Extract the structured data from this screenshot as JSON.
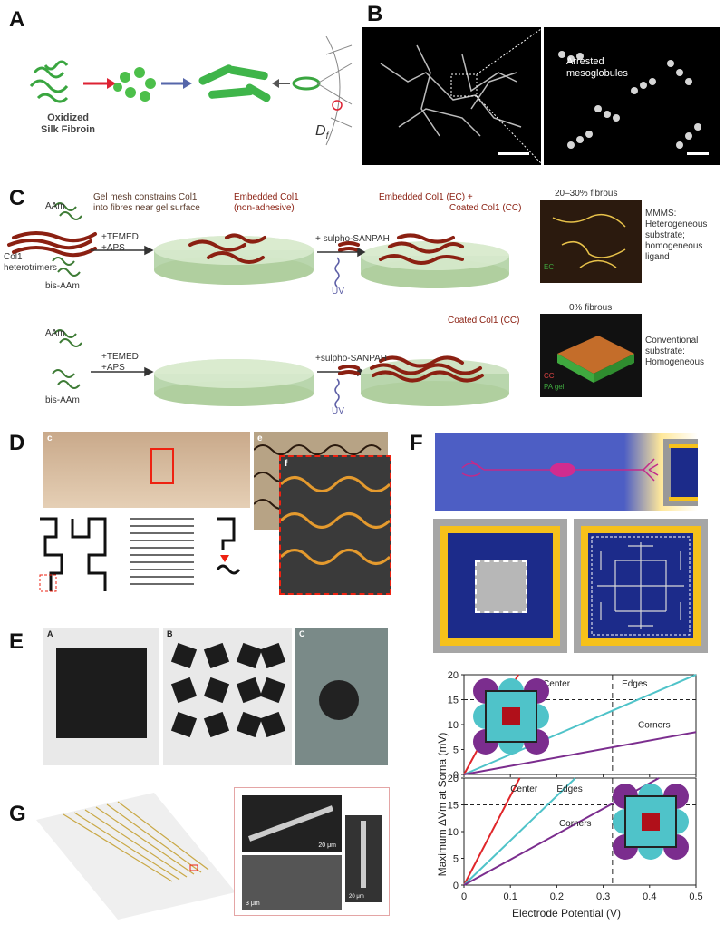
{
  "panels": {
    "A": {
      "letter": "A",
      "caption_line1": "Oxidized",
      "caption_line2": "Silk Fibroin",
      "df_label": "D",
      "df_sub": "f"
    },
    "B": {
      "letter": "B",
      "annotation_line1": "Arrested",
      "annotation_line2": "mesoglobules"
    },
    "C": {
      "letter": "C",
      "col1_label": "Col1",
      "heterotrimers": "heterotrimers",
      "aam": "AAm",
      "bis_aam": "bis-AAm",
      "temed": "+TEMED",
      "aps": "+APS",
      "gel_mesh_line1": "Gel mesh constrains Col1",
      "gel_mesh_line2": "into fibres near gel surface",
      "embedded_line1": "Embedded Col1",
      "embedded_line2": "(non-adhesive)",
      "sulpho1": "+ sulpho-SANPAH",
      "sulpho2": "+sulpho-SANPAH",
      "uv": "UV",
      "ec_cc_line1": "Embedded Col1 (EC) +",
      "ec_cc_line2": "Coated Col1 (CC)",
      "coated": "Coated Col1 (CC)",
      "fibrous_top": "20–30% fibrous",
      "fibrous_bottom": "0% fibrous",
      "mmms_line1": "MMMS:",
      "mmms_line2": "Heterogeneous",
      "mmms_line3": "substrate;",
      "mmms_line4": "homogeneous",
      "mmms_line5": "ligand",
      "conv_line1": "Conventional",
      "conv_line2": "substrate:",
      "conv_line3": "Homogeneous",
      "ec": "EC",
      "cc": "CC",
      "pa_gel": "PA gel"
    },
    "D": {
      "letter": "D",
      "sub_c": "c",
      "sub_e": "e",
      "sub_f": "f"
    },
    "E": {
      "letter": "E",
      "sub_a": "A",
      "sub_b": "B",
      "sub_c": "C"
    },
    "F": {
      "letter": "F",
      "chart_top_labels": {
        "center": "Center",
        "edges": "Edges",
        "corners": "Corners"
      },
      "chart_bottom_labels": {
        "center": "Center",
        "edges": "Edges",
        "corners": "Corners"
      }
    },
    "G": {
      "letter": "G",
      "scale1": "20 μm",
      "scale2": "3 μm",
      "scale3": "20 μm"
    }
  },
  "chart_data": [
    {
      "type": "line",
      "xlabel": "Electrode Potential (V)",
      "ylabel": "Maximum ΔVm at Soma (mV)",
      "xlim": [
        0,
        0.5
      ],
      "ylim": [
        0,
        20
      ],
      "yticks": [
        0,
        5,
        10,
        15,
        20
      ],
      "xticks": [
        "",
        "",
        "",
        "",
        "",
        ""
      ],
      "hline": 15,
      "vline": 0.32,
      "series": [
        {
          "name": "Center",
          "color": "#e0262a",
          "x": [
            0,
            0.117
          ],
          "y": [
            0,
            20
          ]
        },
        {
          "name": "Edges",
          "color": "#4fc3c9",
          "x": [
            0,
            0.5
          ],
          "y": [
            0,
            20
          ]
        },
        {
          "name": "Corners",
          "color": "#7b2d8e",
          "x": [
            0,
            0.5
          ],
          "y": [
            0,
            8.5
          ]
        }
      ]
    },
    {
      "type": "line",
      "xlabel": "Electrode Potential (V)",
      "ylabel": "Maximum ΔVm at Soma (mV)",
      "xlim": [
        0,
        0.5
      ],
      "ylim": [
        0,
        20
      ],
      "yticks": [
        0,
        5,
        10,
        15,
        20
      ],
      "xticks": [
        "0",
        "0.1",
        "0.2",
        "0.3",
        "0.4",
        "0.5"
      ],
      "hline": 15,
      "vline": 0.32,
      "series": [
        {
          "name": "Center",
          "color": "#e0262a",
          "x": [
            0,
            0.12
          ],
          "y": [
            0,
            20
          ]
        },
        {
          "name": "Edges",
          "color": "#4fc3c9",
          "x": [
            0,
            0.24
          ],
          "y": [
            0,
            20
          ]
        },
        {
          "name": "Corners",
          "color": "#7b2d8e",
          "x": [
            0,
            0.42
          ],
          "y": [
            0,
            20
          ]
        }
      ]
    }
  ]
}
